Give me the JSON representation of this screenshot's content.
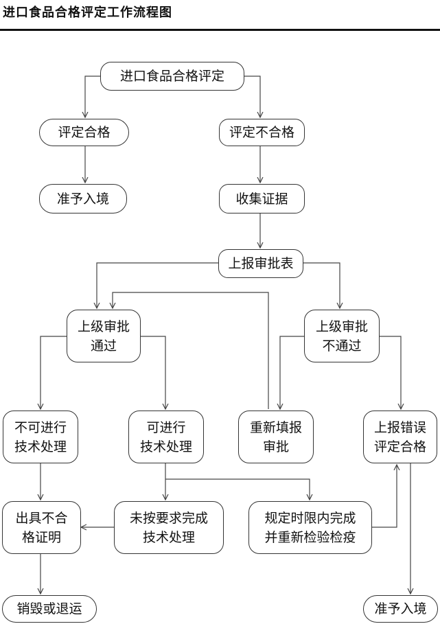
{
  "title": "进口食品合格评定工作流程图",
  "nodes": {
    "start": "进口食品合格评定",
    "pass": "评定合格",
    "fail": "评定不合格",
    "entry_ok": "准予入境",
    "collect": "收集证据",
    "report": "上报审批表",
    "approve_pass": "上级审批\n通过",
    "approve_fail": "上级审批\n不通过",
    "not_tech": "不可进行\n技术处理",
    "can_tech": "可进行\n技术处理",
    "resubmit": "重新填报\n审批",
    "report_error": "上报错误\n评定合格",
    "certificate": "出具不合\n格证明",
    "not_as_required": "未按要求完成\n技术处理",
    "in_time": "规定时限内完成\n并重新检验检疫",
    "destroy": "销毁或退运",
    "entry_ok_2": "准予入境"
  }
}
